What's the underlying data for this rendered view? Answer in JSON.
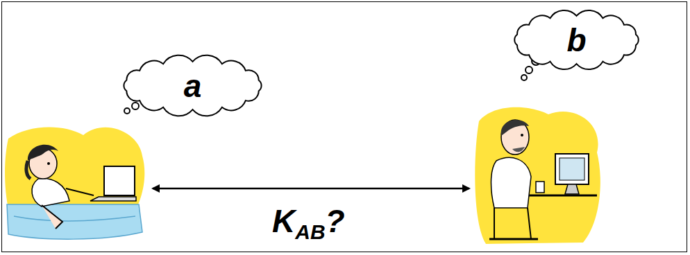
{
  "diagram": {
    "nodes": [
      {
        "text": [
          "a"
        ]
      },
      {
        "text": [
          "b"
        ]
      }
    ],
    "labels": [
      "K",
      "AB",
      "?"
    ]
  }
}
